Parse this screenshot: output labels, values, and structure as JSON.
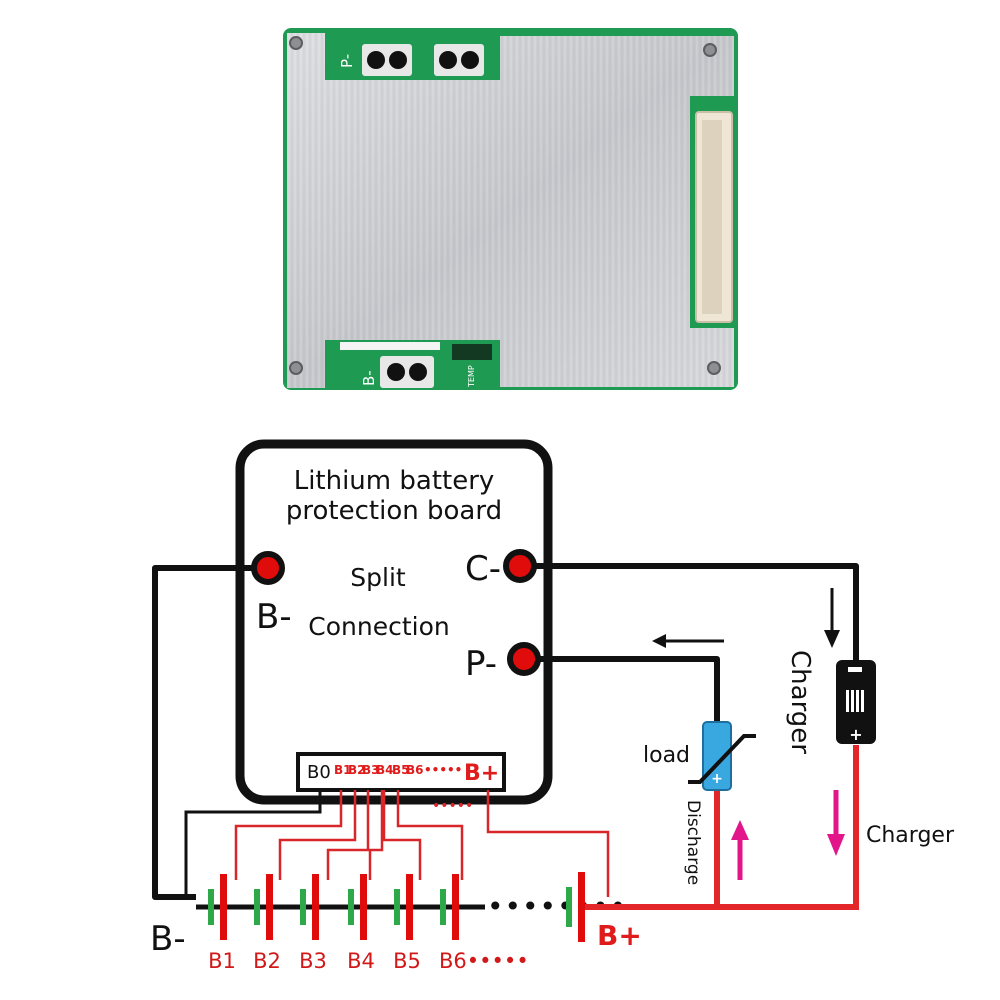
{
  "board_photo": {
    "silk_p": "P-",
    "silk_b": "B-",
    "silk_temp": "TEMP"
  },
  "diagram": {
    "title_line1": "Lithium battery",
    "title_line2": "protection board",
    "center_line1": "Split",
    "center_line2": "Connection",
    "terminal_b_minus": "B-",
    "terminal_c_minus": "C-",
    "terminal_p_minus": "P-",
    "connector_labels": [
      "B0",
      "B1",
      "B2",
      "B3",
      "B4",
      "B5",
      "B6",
      "•••••",
      "B+"
    ],
    "load_label": "load",
    "discharge_label": "Discharge",
    "charger_vertical_label": "Charger",
    "charger_label": "Charger",
    "pack_b_minus": "B-",
    "pack_b_plus": "B+",
    "cell_labels": [
      "B1",
      "B2",
      "B3",
      "B4",
      "B5",
      "B6•••••"
    ],
    "colors": {
      "wire_black": "#111111",
      "wire_red": "#e3262a",
      "terminal_red": "#e00c0c",
      "arrow_magenta": "#e2158a",
      "cell_green": "#2fa84a",
      "load_blue": "#3aa8e0"
    },
    "icons": [
      "charger-battery-icon",
      "load-resistor-icon",
      "cell-icon"
    ]
  }
}
